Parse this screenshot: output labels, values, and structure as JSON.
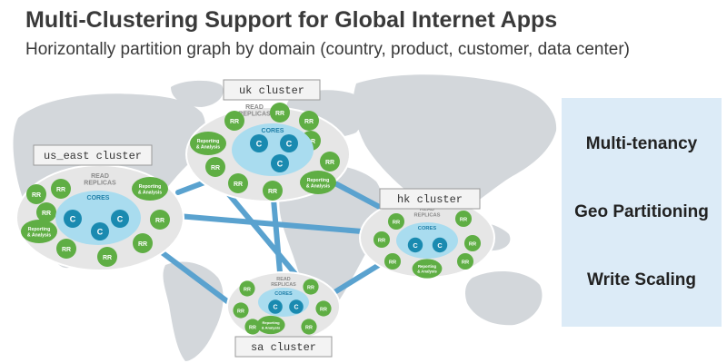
{
  "title": "Multi-Clustering Support for Global Internet Apps",
  "subtitle": "Horizontally partition graph by domain (country, product, customer, data center)",
  "clusters": {
    "uk": {
      "label": "uk cluster"
    },
    "us_east": {
      "label": "us_east cluster"
    },
    "hk": {
      "label": "hk cluster"
    },
    "sa": {
      "label": "sa cluster"
    }
  },
  "node_text": {
    "read_replicas_line1": "READ",
    "read_replicas_line2": "REPLICAS",
    "cores": "CORES",
    "core": "C",
    "rr": "RR",
    "reporting_line1": "Reporting",
    "reporting_line2": "& Analysis"
  },
  "features": [
    "Multi-tenancy",
    "Geo Partitioning",
    "Write Scaling"
  ],
  "colors": {
    "rr_node": "#5fae44",
    "core_node": "#1a8ab0",
    "core_ring": "#a9dcef",
    "cluster_bg": "#e6e6e6",
    "link": "#5aa2cf",
    "panel": "#dcebf7",
    "map": "#d3d7db"
  }
}
